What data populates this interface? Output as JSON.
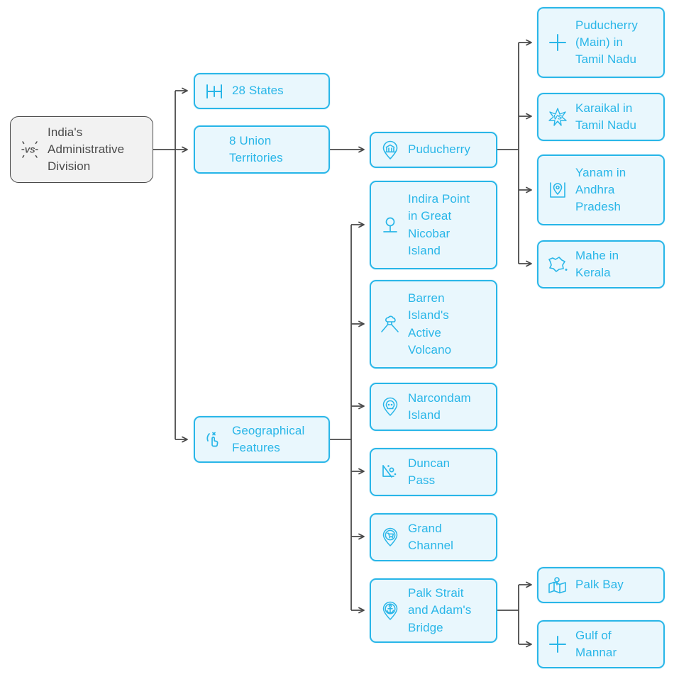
{
  "diagram": {
    "title": "India's Administrative Division",
    "type": "mind-map-tree",
    "colors": {
      "node_fill": "#e9f7fd",
      "node_border": "#29b6e8",
      "node_text": "#29b6e8",
      "root_fill": "#f2f2f2",
      "root_border": "#4a4a4a",
      "root_text": "#4a4a4a",
      "edge": "#4a4a4a",
      "background": "#ffffff"
    }
  },
  "nodes": {
    "root": {
      "label": "India's\nAdministrative\nDivision",
      "icon": "versus-icon"
    },
    "states": {
      "label": "28 States",
      "icon": "h-beam-icon"
    },
    "union_territories": {
      "label": "8 Union\nTerritories",
      "icon": "none"
    },
    "geographical_features": {
      "label": "Geographical\nFeatures",
      "icon": "click-hand-icon"
    },
    "puducherry": {
      "label": "Puducherry",
      "icon": "bank-pin-icon"
    },
    "puducherry_main": {
      "label": "Puducherry\n(Main) in\nTamil Nadu",
      "icon": "plus-icon"
    },
    "karaikal": {
      "label": "Karaikal in\nTamil Nadu",
      "icon": "versus-burst-icon"
    },
    "yanam": {
      "label": "Yanam in\nAndhra\nPradesh",
      "icon": "map-pin-card-icon"
    },
    "mahe": {
      "label": "Mahe in\nKerala",
      "icon": "region-outline-icon"
    },
    "indira_point": {
      "label": "Indira Point\nin Great\nNicobar\nIsland",
      "icon": "marker-post-icon"
    },
    "barren_island": {
      "label": "Barren\nIsland's\nActive\nVolcano",
      "icon": "volcano-icon"
    },
    "narcondam": {
      "label": "Narcondam\nIsland",
      "icon": "skull-pin-icon"
    },
    "duncan_pass": {
      "label": "Duncan\nPass",
      "icon": "slope-scatter-icon"
    },
    "grand_channel": {
      "label": "Grand\nChannel",
      "icon": "cart-pin-icon"
    },
    "palk_strait": {
      "label": "Palk Strait\nand Adam's\nBridge",
      "icon": "anchor-pin-icon"
    },
    "palk_bay": {
      "label": "Palk Bay",
      "icon": "folded-map-pin-icon"
    },
    "gulf_of_mannar": {
      "label": "Gulf of\nMannar",
      "icon": "plus-icon"
    }
  }
}
